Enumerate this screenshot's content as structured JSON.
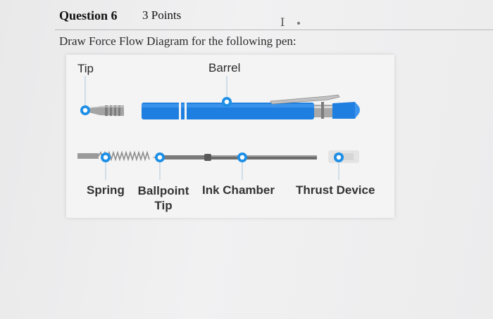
{
  "question": {
    "number_label": "Question 6",
    "points_label": "3 Points",
    "cursor_glyph": "I"
  },
  "prompt_text": "Draw Force Flow Diagram for the following pen:",
  "figure": {
    "label_tip": "Tip",
    "label_barrel": "Barrel",
    "label_spring": "Spring",
    "label_ballpoint": "Ballpoint",
    "label_ballpoint_tip": "Tip",
    "label_ink": "Ink Chamber",
    "label_thrust": "Thrust Device"
  },
  "colors": {
    "pen_blue": "#1f7fe0",
    "marker_blue": "#1d8fe6",
    "metal": "#9a9a9a"
  }
}
